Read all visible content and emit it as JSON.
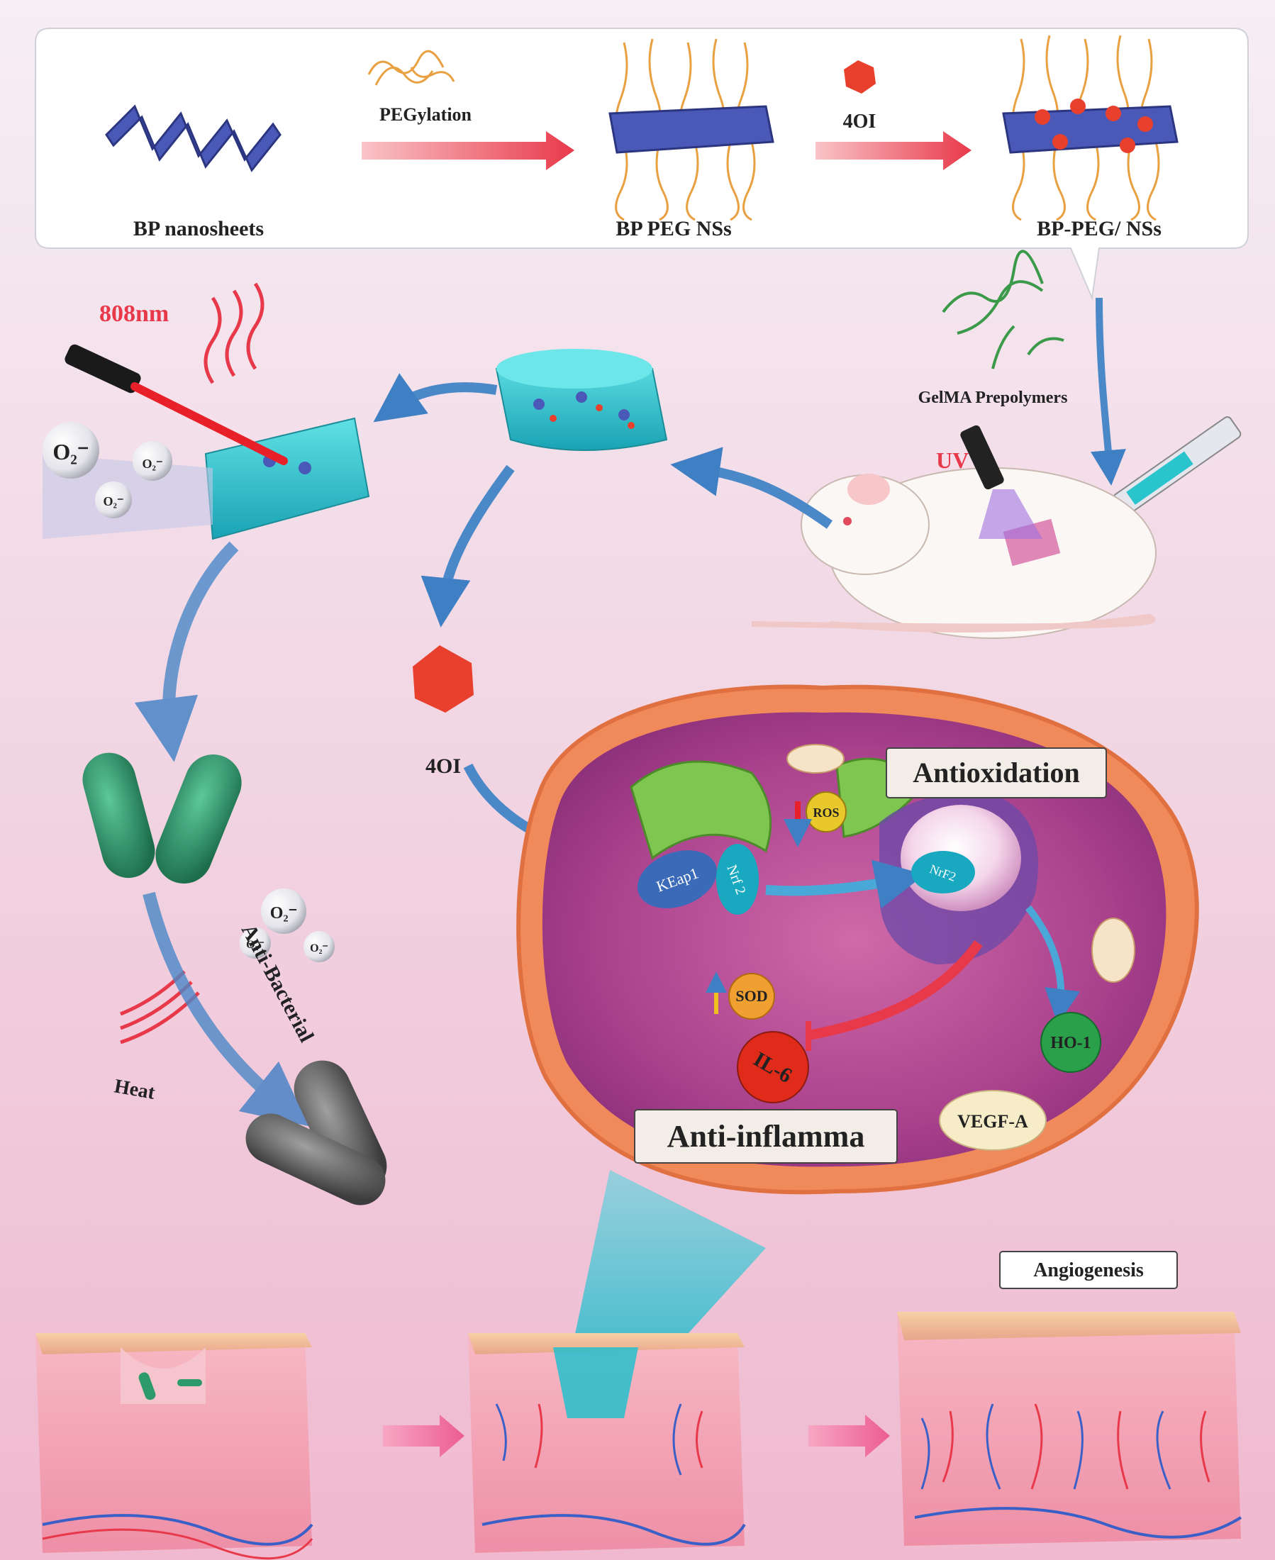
{
  "top_panel": {
    "step1": "BP nanosheets",
    "step2_arrow": "PEGylation",
    "step2": "BP PEG NSs",
    "step3_arrow": "4OI",
    "step3": "BP-PEG/ NSs"
  },
  "gelma_label": "GelMA Prepolymers",
  "uv_label": "UV",
  "laser_label": "808nm",
  "ros_species": [
    "O₂⁻",
    "O₂⁻",
    "O₂⁻",
    "O₂⁻",
    "O₂⁻",
    "O₂⁻"
  ],
  "drug_label": "4OI",
  "heat_label": "Heat",
  "antibacterial_label": "Anti-Bacterial",
  "cell": {
    "antioxidation": "Antioxidation",
    "anti_inflamma": "Anti-inflamma",
    "keap1": "KEap1",
    "nrf2": "Nrf 2",
    "nrf2_nucleus": "NrF2",
    "ros": "ROS",
    "sod": "SOD",
    "il6": "IL-6",
    "ho1": "HO-1",
    "vegfa": "VEGF-A"
  },
  "angiogenesis_label": "Angiogenesis",
  "colors": {
    "hydrogel": "#2ac4cc",
    "arrow_blue": "#4a88c8",
    "arrow_red": "#e8394a",
    "membrane": "#f08a5a",
    "cytoplasm": "#b8489a",
    "bacteria": "#2e9a6a",
    "skin": "#f4a8b4"
  }
}
